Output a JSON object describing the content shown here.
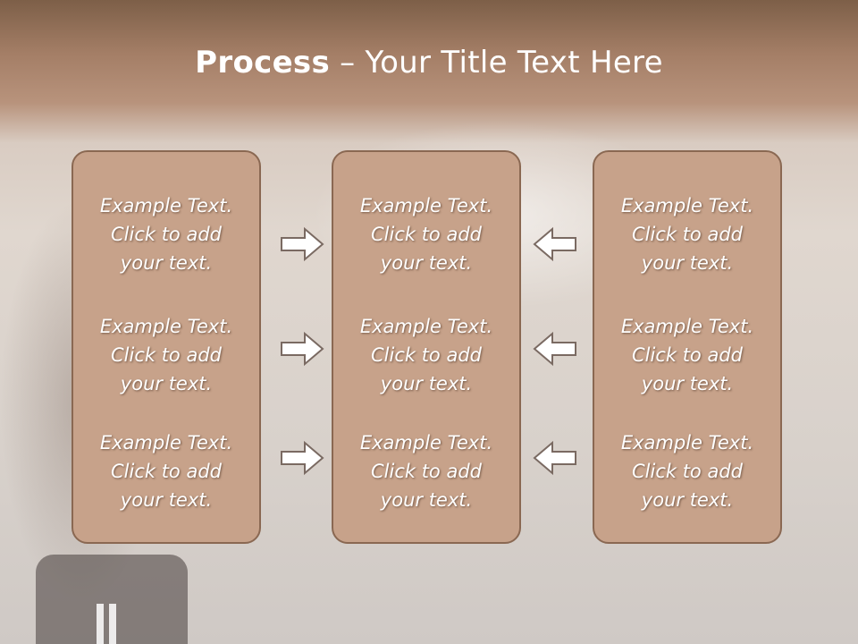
{
  "slide": {
    "title_bold": "Process",
    "title_sep": " – ",
    "title_rest": "Your Title Text Here"
  },
  "columns": [
    {
      "cells": [
        {
          "l1": "Example Text.",
          "l2": "Click  to add",
          "l3": "your text."
        },
        {
          "l1": "Example Text.",
          "l2": "Click  to add",
          "l3": "your text."
        },
        {
          "l1": "Example Text.",
          "l2": "Click  to add",
          "l3": "your text."
        }
      ]
    },
    {
      "cells": [
        {
          "l1": "Example Text.",
          "l2": "Click  to add",
          "l3": "your text."
        },
        {
          "l1": "Example Text.",
          "l2": "Click  to add",
          "l3": "your text."
        },
        {
          "l1": "Example Text.",
          "l2": "Click  to add",
          "l3": "your text."
        }
      ]
    },
    {
      "cells": [
        {
          "l1": "Example Text.",
          "l2": "Click  to add",
          "l3": "your text."
        },
        {
          "l1": "Example Text.",
          "l2": "Click  to add",
          "l3": "your text."
        },
        {
          "l1": "Example Text.",
          "l2": "Click  to add",
          "l3": "your text."
        }
      ]
    }
  ],
  "arrows": {
    "left_side": "right-arrow-icon",
    "right_side": "left-arrow-icon"
  },
  "colors": {
    "box_fill": "#c7a28a",
    "box_border": "#8a6852",
    "header": "#a47e66"
  }
}
